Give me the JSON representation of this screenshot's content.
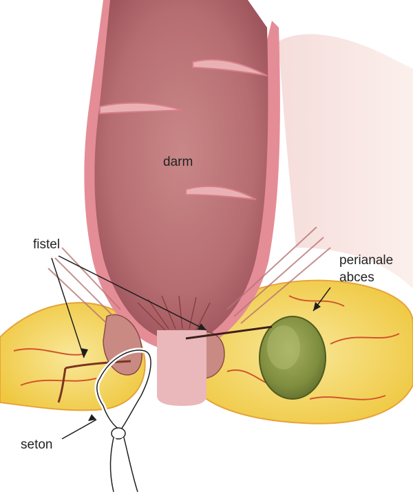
{
  "labels": {
    "darm": "darm",
    "fistel": "fistel",
    "perianale_abces_line1": "perianale",
    "perianale_abces_line2": "abces",
    "seton": "seton"
  },
  "colors": {
    "bowel_wall": "#e58d97",
    "bowel_inner": "#b96e73",
    "bowel_light": "#eab8ba",
    "fat": "#f2d24a",
    "fat_light": "#f8e793",
    "abscess": "#8d9a4c",
    "abscess_dark": "#6d7c36",
    "seton_loop": "#ffffff",
    "outline": "#1e1e1e"
  }
}
